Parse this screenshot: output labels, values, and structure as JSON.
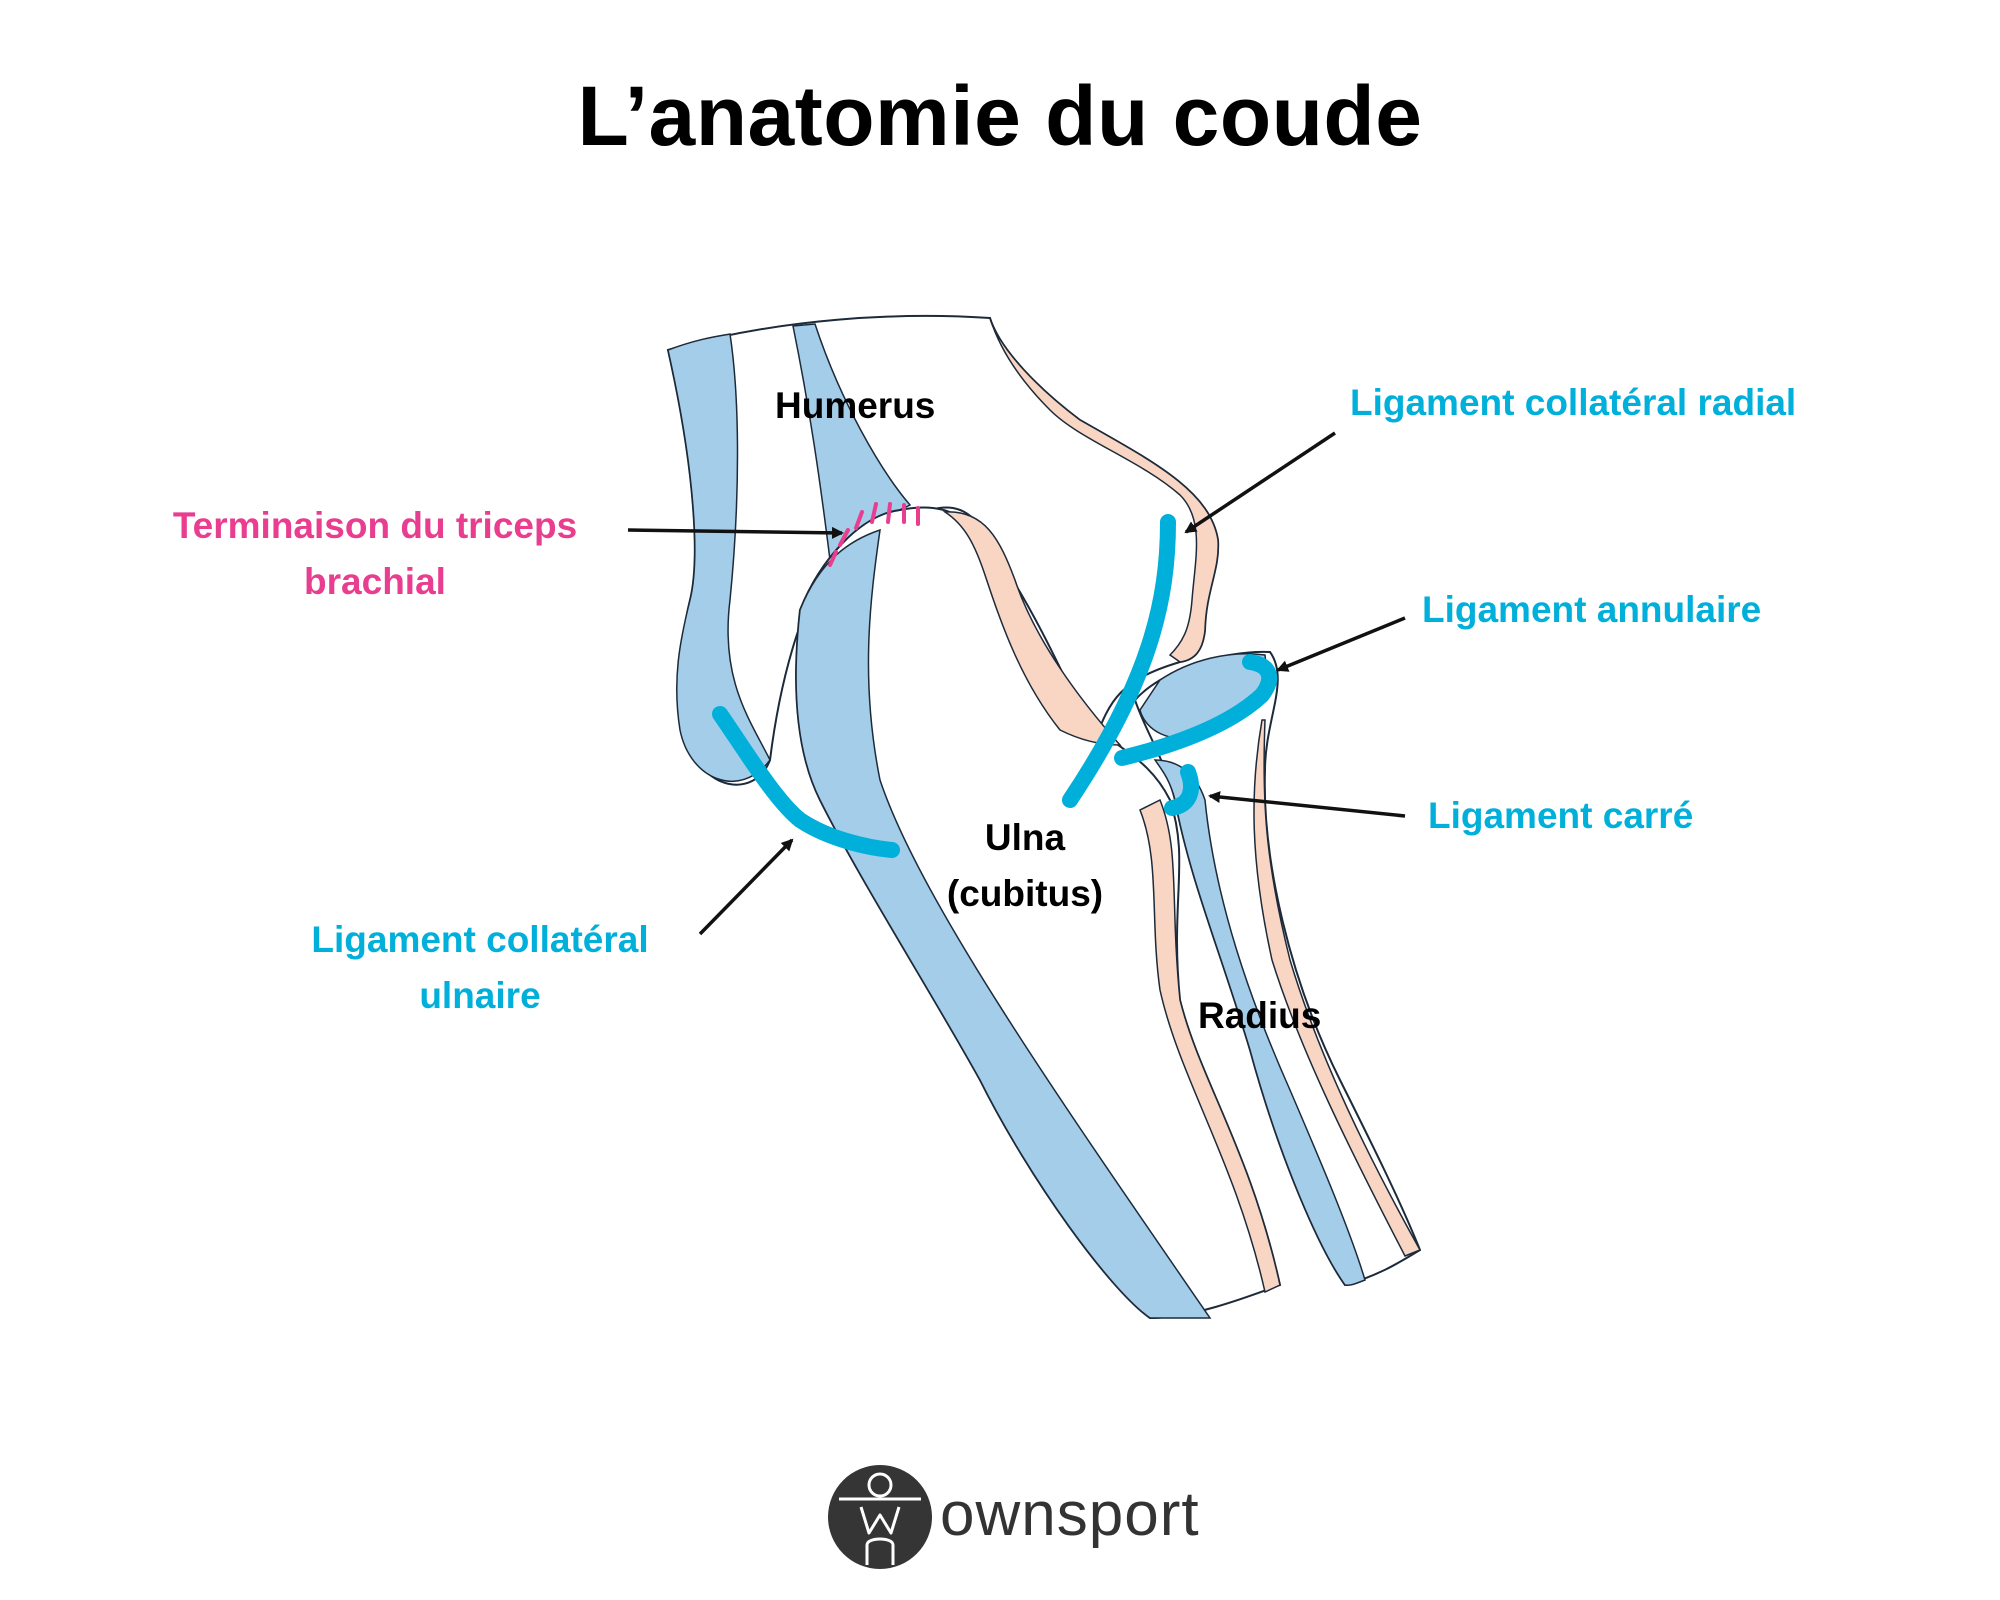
{
  "title": "L’anatomie du coude",
  "colors": {
    "bone_fill": "#a3cde9",
    "cartilage": "#f9d5c3",
    "ligament": "#00b0da",
    "triceps": "#e93d8f",
    "outline": "#1c2a3a"
  },
  "bones": {
    "humerus": "Humerus",
    "ulna": [
      "Ulna",
      "(cubitus)"
    ],
    "radius": "Radius"
  },
  "labels": {
    "triceps": [
      "Terminaison du triceps",
      "brachial"
    ],
    "radial_collateral": "Ligament collatéral radial",
    "annular": "Ligament annulaire",
    "quadrate": "Ligament carré",
    "ulnar_collateral": [
      "Ligament collatéral",
      "ulnaire"
    ]
  },
  "brand": {
    "name": "ownsport",
    "icon": "own-logo-icon"
  }
}
